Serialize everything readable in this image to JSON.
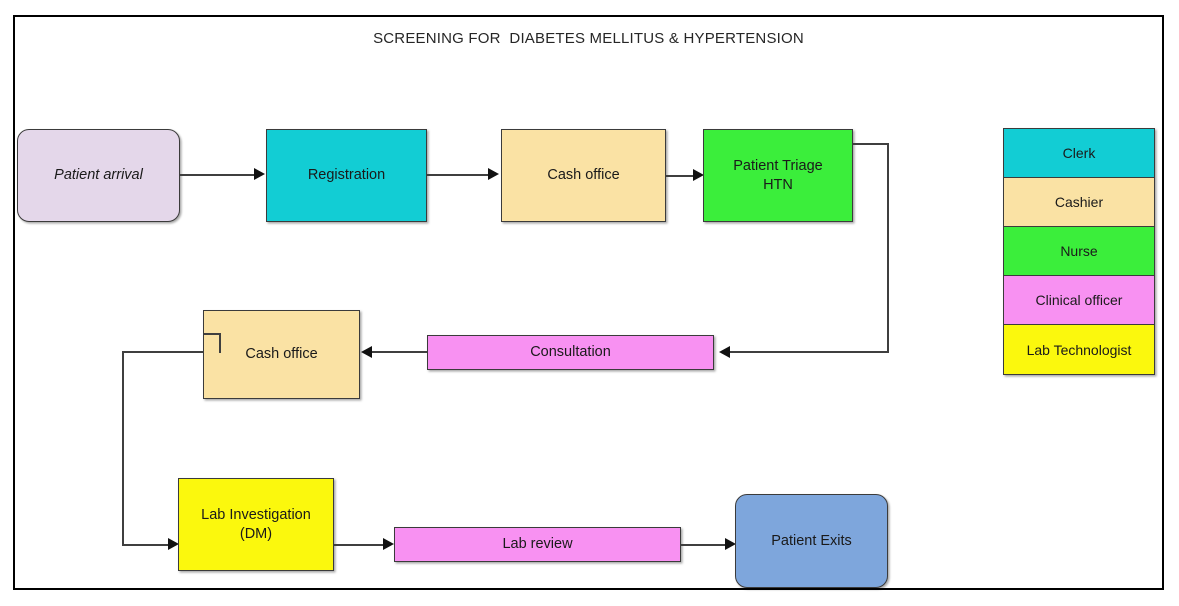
{
  "diagram": {
    "title": "SCREENING FOR  DIABETES MELLITUS & HYPERTENSION",
    "nodes": [
      {
        "id": "patient-arrival",
        "label": "Patient  arrival",
        "color": "#E4D7EA"
      },
      {
        "id": "registration",
        "label": "Registration",
        "color": "#12CDD4"
      },
      {
        "id": "cash-office-1",
        "label": "Cash office",
        "color": "#FAE2A4"
      },
      {
        "id": "patient-triage-htn",
        "label": "Patient Triage\nHTN",
        "color": "#3BEE3B"
      },
      {
        "id": "cash-office-2",
        "label": "Cash office",
        "color": "#FAE2A4"
      },
      {
        "id": "consultation",
        "label": "Consultation",
        "color": "#F891F2"
      },
      {
        "id": "lab-investigation",
        "label": "Lab Investigation\n(DM)",
        "color": "#FBF80D"
      },
      {
        "id": "lab-review",
        "label": "Lab review",
        "color": "#F891F2"
      },
      {
        "id": "patient-exits",
        "label": "Patient Exits",
        "color": "#7EA6DC"
      }
    ],
    "flow_order": [
      "Patient  arrival",
      "Registration",
      "Cash office",
      "Patient Triage HTN",
      "Consultation",
      "Cash office",
      "Lab Investigation (DM)",
      "Lab review",
      "Patient Exits"
    ]
  },
  "legend": {
    "rows": [
      {
        "label": "Clerk",
        "color": "#12CDD4"
      },
      {
        "label": "Cashier",
        "color": "#FAE2A4"
      },
      {
        "label": "Nurse",
        "color": "#3BEE3B"
      },
      {
        "label": "Clinical officer",
        "color": "#F891F2"
      },
      {
        "label": "Lab Technologist",
        "color": "#FBF80D"
      }
    ]
  },
  "colors": {
    "lavender": "#E4D7EA",
    "cyan": "#12CDD4",
    "wheat": "#FAE2A4",
    "green": "#3BEE3B",
    "violet": "#F891F2",
    "yellow": "#FBF80D",
    "steel_blue": "#7EA6DC",
    "border": "#3B3B3B",
    "connector": "#3F3F3F"
  }
}
